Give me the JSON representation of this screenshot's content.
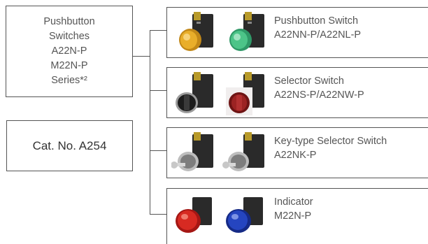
{
  "series_box": {
    "lines": [
      "Pushbutton",
      "Switches",
      "A22N-P",
      "M22N-P",
      "Series*²"
    ]
  },
  "catalog_box": {
    "label": "Cat. No. A254"
  },
  "products": [
    {
      "name": "Pushbutton Switch",
      "model": "A22NN-P/A22NL-P",
      "images": [
        "amber-pushbutton",
        "green-pushbutton"
      ],
      "colors": [
        "#e3a21a",
        "#3fb27a"
      ]
    },
    {
      "name": "Selector Switch",
      "model": "A22NS-P/A22NW-P",
      "images": [
        "black-selector",
        "red-selector"
      ],
      "colors": [
        "#1e1e1e",
        "#8e1b1b"
      ]
    },
    {
      "name": "Key-type Selector Switch",
      "model": "A22NK-P",
      "images": [
        "key-selector",
        "key-selector-2"
      ],
      "colors": [
        "#9a9a9a",
        "#9a9a9a"
      ]
    },
    {
      "name": "Indicator",
      "model": "M22N-P",
      "images": [
        "red-indicator",
        "blue-indicator"
      ],
      "colors": [
        "#c8201c",
        "#1b36a8"
      ]
    }
  ]
}
